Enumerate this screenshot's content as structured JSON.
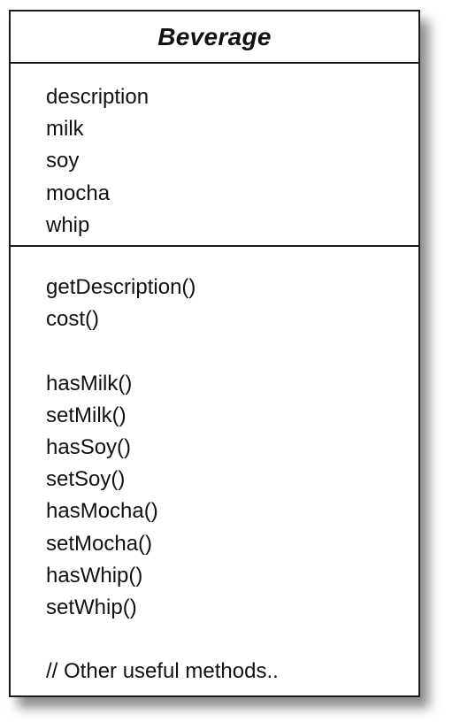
{
  "class": {
    "name": "Beverage",
    "attributes": [
      "description",
      "milk",
      "soy",
      "mocha",
      "whip"
    ],
    "method_groups": [
      [
        "getDescription()",
        "cost()"
      ],
      [
        "hasMilk()",
        "setMilk()",
        "hasSoy()",
        "setSoy()",
        "hasMocha()",
        "setMocha()",
        "hasWhip()",
        "setWhip()"
      ],
      [
        "// Other useful methods.."
      ]
    ]
  }
}
